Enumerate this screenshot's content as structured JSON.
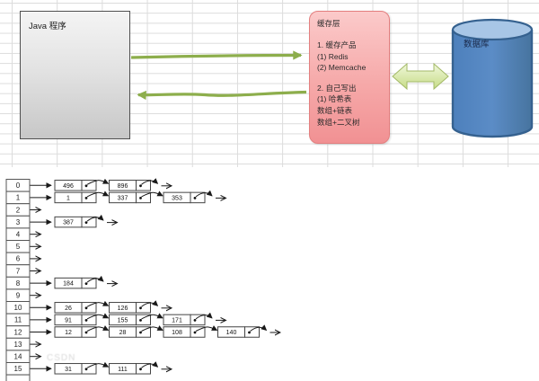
{
  "diagram": {
    "java_box": {
      "label": "Java 程序"
    },
    "cache_box": {
      "title": "缓存层",
      "lines": [
        "1. 缓存产品",
        "(1) Redis",
        "(2) Memcache",
        "",
        "2. 自己写出",
        "(1) 哈希表",
        "数组+链表",
        "数组+二叉树"
      ]
    },
    "database": {
      "label": "数据库"
    },
    "arrows": {
      "to_cache": "request-arrow-right",
      "to_java": "response-arrow-left",
      "cache_db": "double-arrow"
    }
  },
  "hashtable": {
    "rows": [
      {
        "index": "0",
        "values": [
          "496",
          "896"
        ]
      },
      {
        "index": "1",
        "values": [
          "1",
          "337",
          "353"
        ]
      },
      {
        "index": "2",
        "values": []
      },
      {
        "index": "3",
        "values": [
          "387"
        ]
      },
      {
        "index": "4",
        "values": []
      },
      {
        "index": "5",
        "values": []
      },
      {
        "index": "6",
        "values": []
      },
      {
        "index": "7",
        "values": []
      },
      {
        "index": "8",
        "values": [
          "184"
        ]
      },
      {
        "index": "9",
        "values": []
      },
      {
        "index": "10",
        "values": [
          "26",
          "126"
        ]
      },
      {
        "index": "11",
        "values": [
          "91",
          "155",
          "171"
        ]
      },
      {
        "index": "12",
        "values": [
          "12",
          "28",
          "108",
          "140"
        ]
      },
      {
        "index": "13",
        "values": []
      },
      {
        "index": "14",
        "values": []
      },
      {
        "index": "15",
        "values": [
          "31",
          "111"
        ]
      }
    ]
  },
  "watermark": "CSDN",
  "colors": {
    "arrow_green": "#8dae4c",
    "cache_fill_top": "#fbcaca",
    "cache_fill_bottom": "#f19193",
    "cache_border": "#e37f7f",
    "db_fill": "#4d80bc",
    "db_top": "#a8c6e6",
    "db_border": "#35618f",
    "double_arrow_fill": "#d9e8a5",
    "double_arrow_border": "#a3b967",
    "grid_line": "#dcdcdc"
  }
}
